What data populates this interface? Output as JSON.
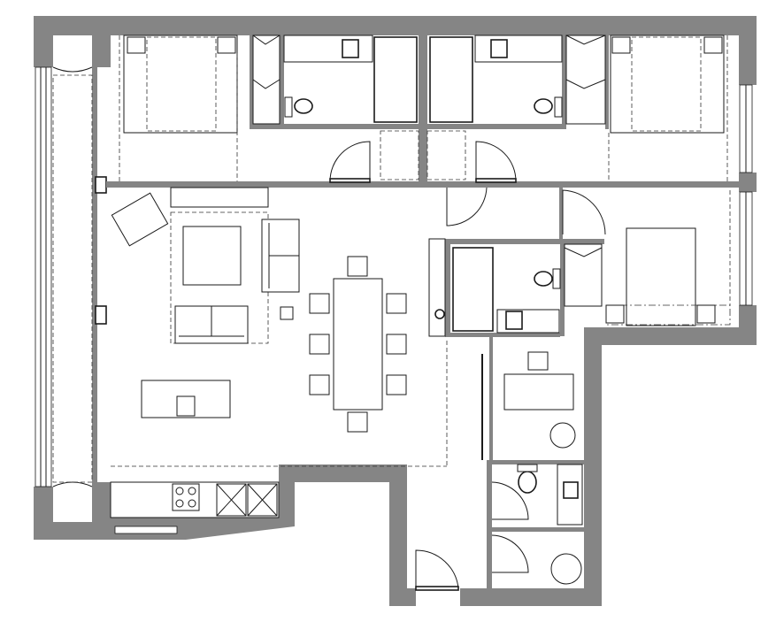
{
  "plan": {
    "colors": {
      "wall": "#858585",
      "line": "#1a1a1a",
      "background": "#ffffff"
    },
    "rooms": [
      "bedroom",
      "bedroom",
      "bathroom",
      "bathroom",
      "living-dining-kitchen",
      "bedroom",
      "bathroom",
      "study",
      "wc",
      "storage",
      "entrance-hall"
    ]
  }
}
